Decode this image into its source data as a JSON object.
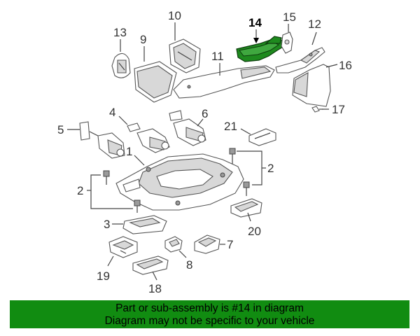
{
  "diagram": {
    "callouts": [
      "14",
      "15",
      "12",
      "16",
      "17",
      "13",
      "9",
      "10",
      "11",
      "4",
      "6",
      "5",
      "21",
      "1",
      "2",
      "2",
      "3",
      "20",
      "7",
      "8",
      "19",
      "18"
    ],
    "highlighted_part": "14"
  },
  "banner": {
    "line1": "Part or sub-assembly is #14 in diagram",
    "line2": "Diagram may not be specific to your vehicle",
    "color": "#118c11"
  }
}
